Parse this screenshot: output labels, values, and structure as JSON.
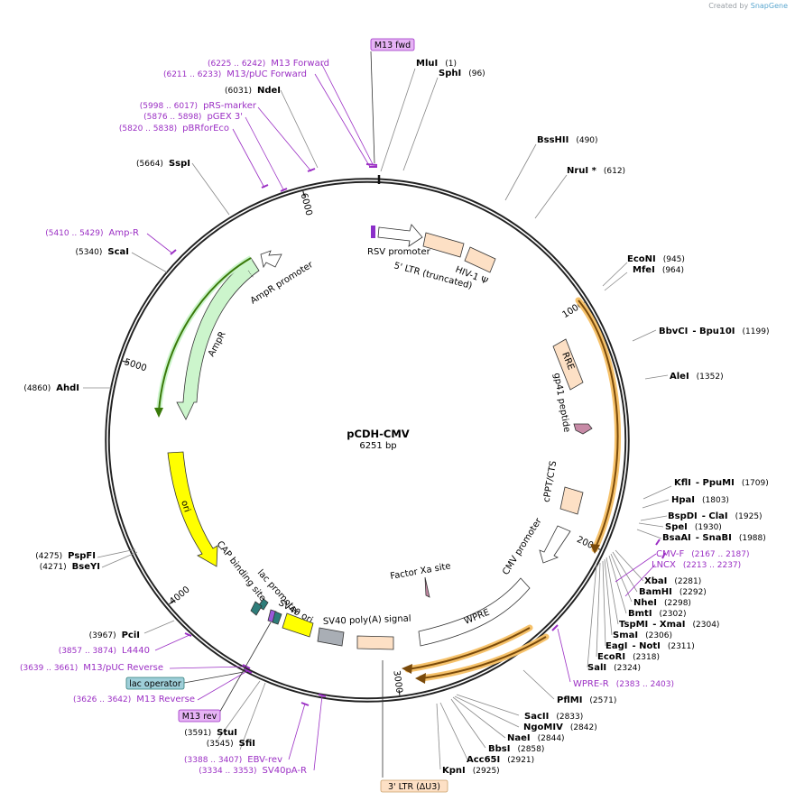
{
  "credit": {
    "prefix": "Created by",
    "brand": "SnapGene"
  },
  "plasmid": {
    "name": "pCDH-CMV",
    "size": "6251 bp"
  },
  "ticks": [
    {
      "label": "1000",
      "bp": 1000
    },
    {
      "label": "2000",
      "bp": 2000
    },
    {
      "label": "3000",
      "bp": 3000
    },
    {
      "label": "4000",
      "bp": 4000
    },
    {
      "label": "5000",
      "bp": 5000
    },
    {
      "label": "6000",
      "bp": 6000
    }
  ],
  "sites_right": [
    {
      "name": "MluI",
      "pos": "(1)"
    },
    {
      "name": "SphI",
      "pos": "(96)"
    },
    {
      "name": "BssHII",
      "pos": "(490)"
    },
    {
      "name": "NruI *",
      "pos": "(612)"
    },
    {
      "name": "EcoNI",
      "pos": "(945)"
    },
    {
      "name": "MfeI",
      "pos": "(964)"
    },
    {
      "name": "BbvCI",
      "extra": "- Bpu10I",
      "pos": "(1199)"
    },
    {
      "name": "AleI",
      "pos": "(1352)"
    },
    {
      "name": "KflI",
      "extra": "- PpuMI",
      "pos": "(1709)"
    },
    {
      "name": "HpaI",
      "pos": "(1803)"
    },
    {
      "name": "BspDI",
      "extra": "- ClaI",
      "pos": "(1925)"
    },
    {
      "name": "SpeI",
      "pos": "(1930)"
    },
    {
      "name": "BsaAI",
      "extra": "- SnaBI",
      "pos": "(1988)"
    },
    {
      "name": "XbaI",
      "pos": "(2281)"
    },
    {
      "name": "BamHI",
      "pos": "(2292)"
    },
    {
      "name": "NheI",
      "pos": "(2298)"
    },
    {
      "name": "BmtI",
      "pos": "(2302)"
    },
    {
      "name": "TspMI",
      "extra": "- XmaI",
      "pos": "(2304)"
    },
    {
      "name": "SmaI",
      "pos": "(2306)"
    },
    {
      "name": "EagI",
      "extra": "- NotI",
      "pos": "(2311)"
    },
    {
      "name": "EcoRI",
      "pos": "(2318)"
    },
    {
      "name": "SalI",
      "pos": "(2324)"
    },
    {
      "name": "PflMI",
      "pos": "(2571)"
    },
    {
      "name": "SacII",
      "pos": "(2833)"
    },
    {
      "name": "NgoMIV",
      "pos": "(2842)"
    },
    {
      "name": "NaeI",
      "pos": "(2844)"
    },
    {
      "name": "BbsI",
      "pos": "(2858)"
    },
    {
      "name": "Acc65I",
      "pos": "(2921)"
    },
    {
      "name": "KpnI",
      "pos": "(2925)"
    }
  ],
  "sites_left": [
    {
      "name": "NdeI",
      "pos": "(6031)"
    },
    {
      "name": "SspI",
      "pos": "(5664)"
    },
    {
      "name": "ScaI",
      "pos": "(5340)"
    },
    {
      "name": "AhdI",
      "pos": "(4860)"
    },
    {
      "name": "PspFI",
      "pos": "(4275)"
    },
    {
      "name": "BseYI",
      "pos": "(4271)"
    },
    {
      "name": "PciI",
      "pos": "(3967)"
    },
    {
      "name": "StuI",
      "pos": "(3591)"
    },
    {
      "name": "SfiI",
      "pos": "(3545)"
    }
  ],
  "primers": [
    {
      "name": "M13 Forward",
      "pos": "(6225 .. 6242)"
    },
    {
      "name": "M13/pUC Forward",
      "pos": "(6211 .. 6233)"
    },
    {
      "name": "pRS-marker",
      "pos": "(5998 .. 6017)"
    },
    {
      "name": "pGEX 3'",
      "pos": "(5876 .. 5898)"
    },
    {
      "name": "pBRforEco",
      "pos": "(5820 .. 5838)"
    },
    {
      "name": "Amp-R",
      "pos": "(5410 .. 5429)"
    },
    {
      "name": "CMV-F",
      "pos": "(2167 .. 2187)"
    },
    {
      "name": "LNCX",
      "pos": "(2213 .. 2237)"
    },
    {
      "name": "WPRE-R",
      "pos": "(2383 .. 2403)"
    },
    {
      "name": "L4440",
      "pos": "(3857 .. 3874)"
    },
    {
      "name": "M13/pUC Reverse",
      "pos": "(3639 .. 3661)"
    },
    {
      "name": "M13 Reverse",
      "pos": "(3626 .. 3642)"
    },
    {
      "name": "EBV-rev",
      "pos": "(3388 .. 3407)"
    },
    {
      "name": "SV40pA-R",
      "pos": "(3334 .. 3353)"
    }
  ],
  "boxed_labels": {
    "m13_fwd": "M13 fwd",
    "lac_operator": "lac operator",
    "m13_rev": "M13 rev",
    "ltr3": "3' LTR (ΔU3)"
  },
  "features": {
    "rsv_promoter": "RSV promoter",
    "ltr5": "5' LTR (truncated)",
    "hiv_psi": "HIV-1 Ψ",
    "rre": "RRE",
    "gp41": "gp41 peptide",
    "cppt": "cPPT/CTS",
    "cmv_promoter": "CMV promoter",
    "factor_xa": "Factor Xa site",
    "wpre": "WPRE",
    "sv40_polya": "SV40 poly(A) signal",
    "sv40_ori": "SV40 ori",
    "lac_promoter": "lac promoter",
    "cap_site": "CAP binding site",
    "ori": "ori",
    "ampr": "AmpR",
    "ampr_promoter": "AmpR promoter"
  },
  "colors": {
    "site_text": "#000000",
    "primer": "#9b2fc4",
    "primer_box": "#e6b3f5",
    "operator_box": "#9fcfd9",
    "ltr_fill": "#fde0c5",
    "ampr_fill": "#ccf5cc",
    "ori_fill": "#ffff00",
    "sv40_gray": "#a9aeb5",
    "orange_arc": "#f6c26b"
  }
}
